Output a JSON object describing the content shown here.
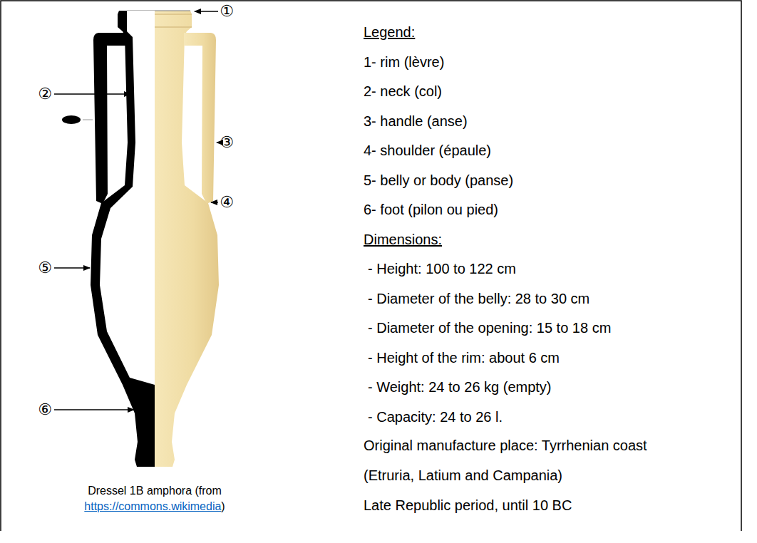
{
  "diagram": {
    "labels": [
      "①",
      "②",
      "③",
      "④",
      "⑤",
      "⑥",
      "Legend:",
      "1- rim (lèvre)",
      "2- neck (col)",
      "3- handle (anse)",
      "4- shoulder (épaule)",
      "5- belly or body (panse)",
      "6- foot (pilon ou pied)",
      "Dimensions:",
      "- Height: 100 to 122 cm",
      "- Diameter of the belly: 28 to 30 cm",
      "- Diameter of the opening: 15 to 18 cm",
      "- Height of the rim: about 6 cm",
      "- Weight: 24 to 26 kg (empty)",
      "- Capacity: 24 to 26 l.",
      "Original manufacture place: Tyrrhenian coast (Etruria, Latium and Campania)",
      "Late Republic period, until 10 BC",
      "Dressel 1B amphora (from",
      "https://commons.wikimedia",
      ")"
    ]
  }
}
